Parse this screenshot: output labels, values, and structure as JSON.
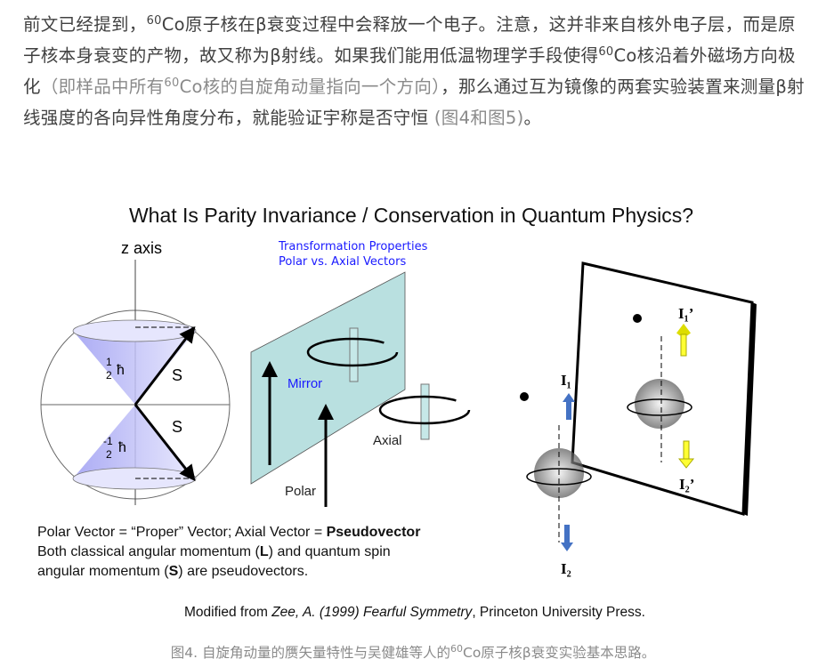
{
  "article": {
    "p1a": "前文已经提到，",
    "sup60": "60",
    "p1b": "Co原子核在β衰变过程中会释放一个电子。注意，这并非来自核外电子层，而是原子核本身衰变的产物，故又称为β射线。如果我们能用低温物理学手段使得",
    "p1c": "Co核沿着外磁场方向极化",
    "p1d": "（即样品中所有",
    "p1e": "Co核的自旋角动量指向一个方向）",
    "p1f": "，那么通过互为镜像的两套实验装置来测量β射线强度的各向异性角度分布，就能验证宇称是否守恒",
    "p1g": " (图4和图5)",
    "p1h": "。"
  },
  "figure": {
    "title": "What Is Parity Invariance / Conservation in Quantum Physics?",
    "z_axis": "z axis",
    "half": "1",
    "two": "2",
    "neg_half": "-1",
    "hbar": "ħ",
    "s": "S",
    "transform_1": "Transformation Properties",
    "transform_2": "Polar vs. Axial Vectors",
    "mirror": "Mirror",
    "axial": "Axial",
    "polar": "Polar",
    "line1a": "Polar Vector = “Proper” Vector; Axial Vector = ",
    "line1b": "Pseudovector",
    "line2a": "Both classical angular momentum (",
    "L": "L",
    "line2b": ") and quantum spin",
    "line3a": "angular momentum (",
    "line3b": ") are pseudovectors.",
    "I1": "I₁",
    "I1p": "I₁’",
    "I2": "I₂",
    "I2p": "I₂’",
    "credit_a": "Modified from ",
    "credit_b": "Zee, A. (1999) Fearful Symmetry",
    ", credit_c": "",
    "credit_c": ", Princeton University Press.",
    "caption_a": "图4. 自旋角动量的赝矢量特性与吴健雄等人的",
    "caption_b": "Co原子核β衰变实验基本思路。"
  },
  "colors": {
    "text": "#404040",
    "muted": "#8a8a8a",
    "mirror": "#b9e0e0",
    "blue_label": "#1a1aff",
    "cone": "#a9a9f5",
    "arrow_blue": "#4472c4",
    "arrow_yellow": "#ffff33"
  }
}
